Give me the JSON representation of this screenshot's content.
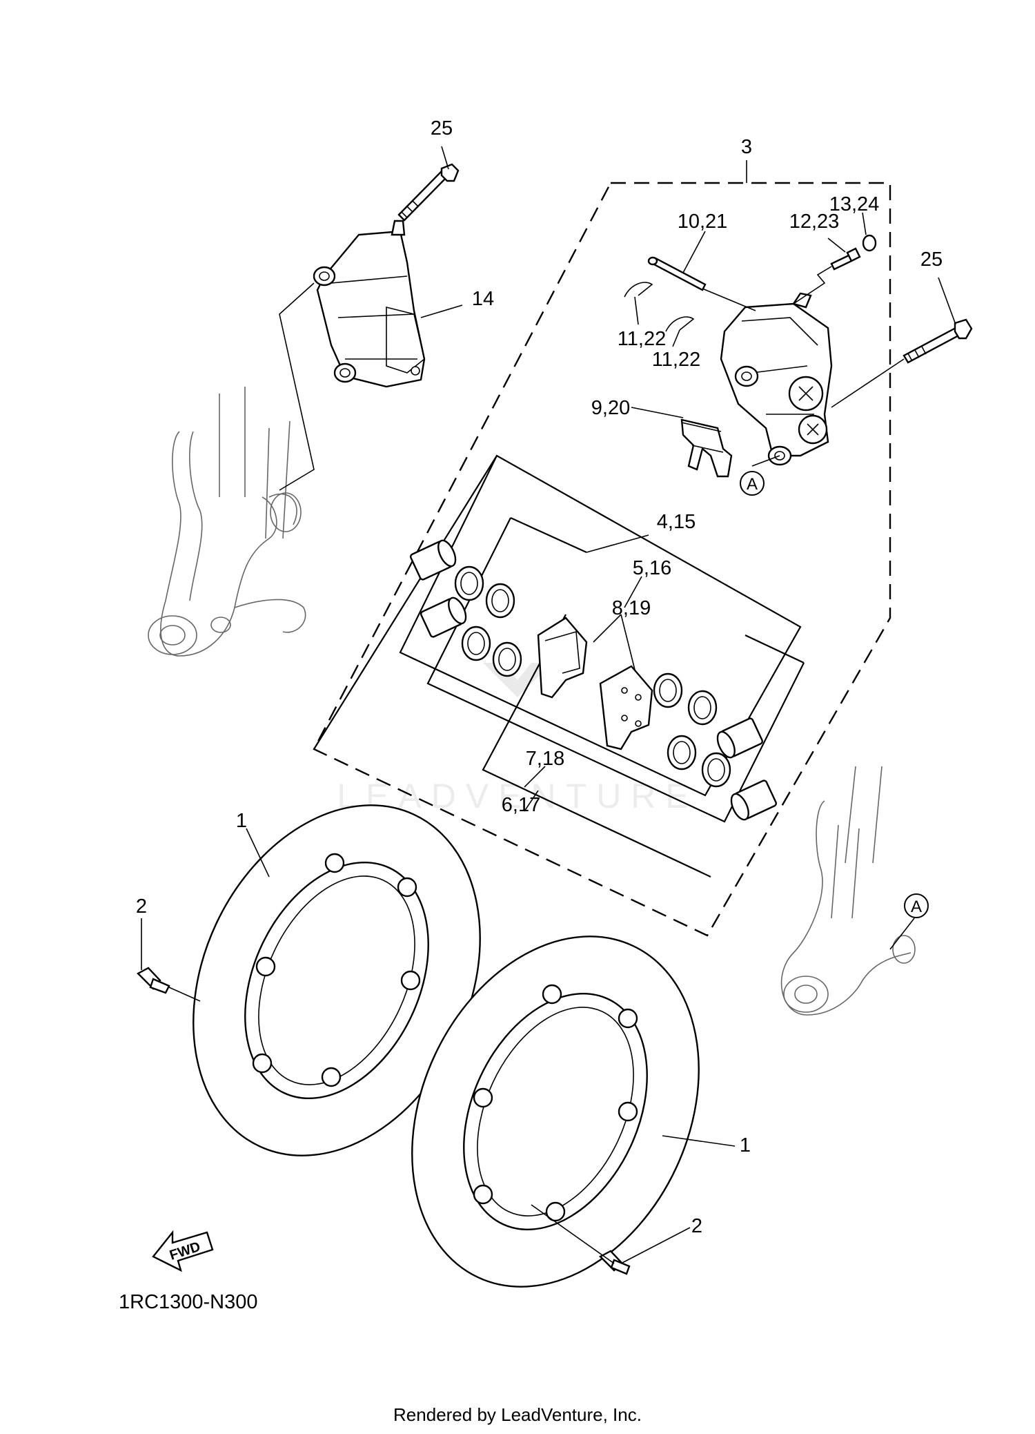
{
  "labels": {
    "l25a": "25",
    "l3": "3",
    "l1324": "13,24",
    "l1021": "10,21",
    "l1223": "12,23",
    "l25b": "25",
    "l14": "14",
    "l1122a": "11,22",
    "l1122b": "11,22",
    "l920": "9,20",
    "lA1": "A",
    "l415": "4,15",
    "l516": "5,16",
    "l819": "8,19",
    "l718": "7,18",
    "l617": "6,17",
    "l1a": "1",
    "l2a": "2",
    "lA2": "A",
    "l1b": "1",
    "l2b": "2"
  },
  "fwd_badge": "FWD",
  "diagram_code": "1RC1300-N300",
  "watermark": "LEADVENTURE",
  "footer": "Rendered by LeadVenture, Inc."
}
